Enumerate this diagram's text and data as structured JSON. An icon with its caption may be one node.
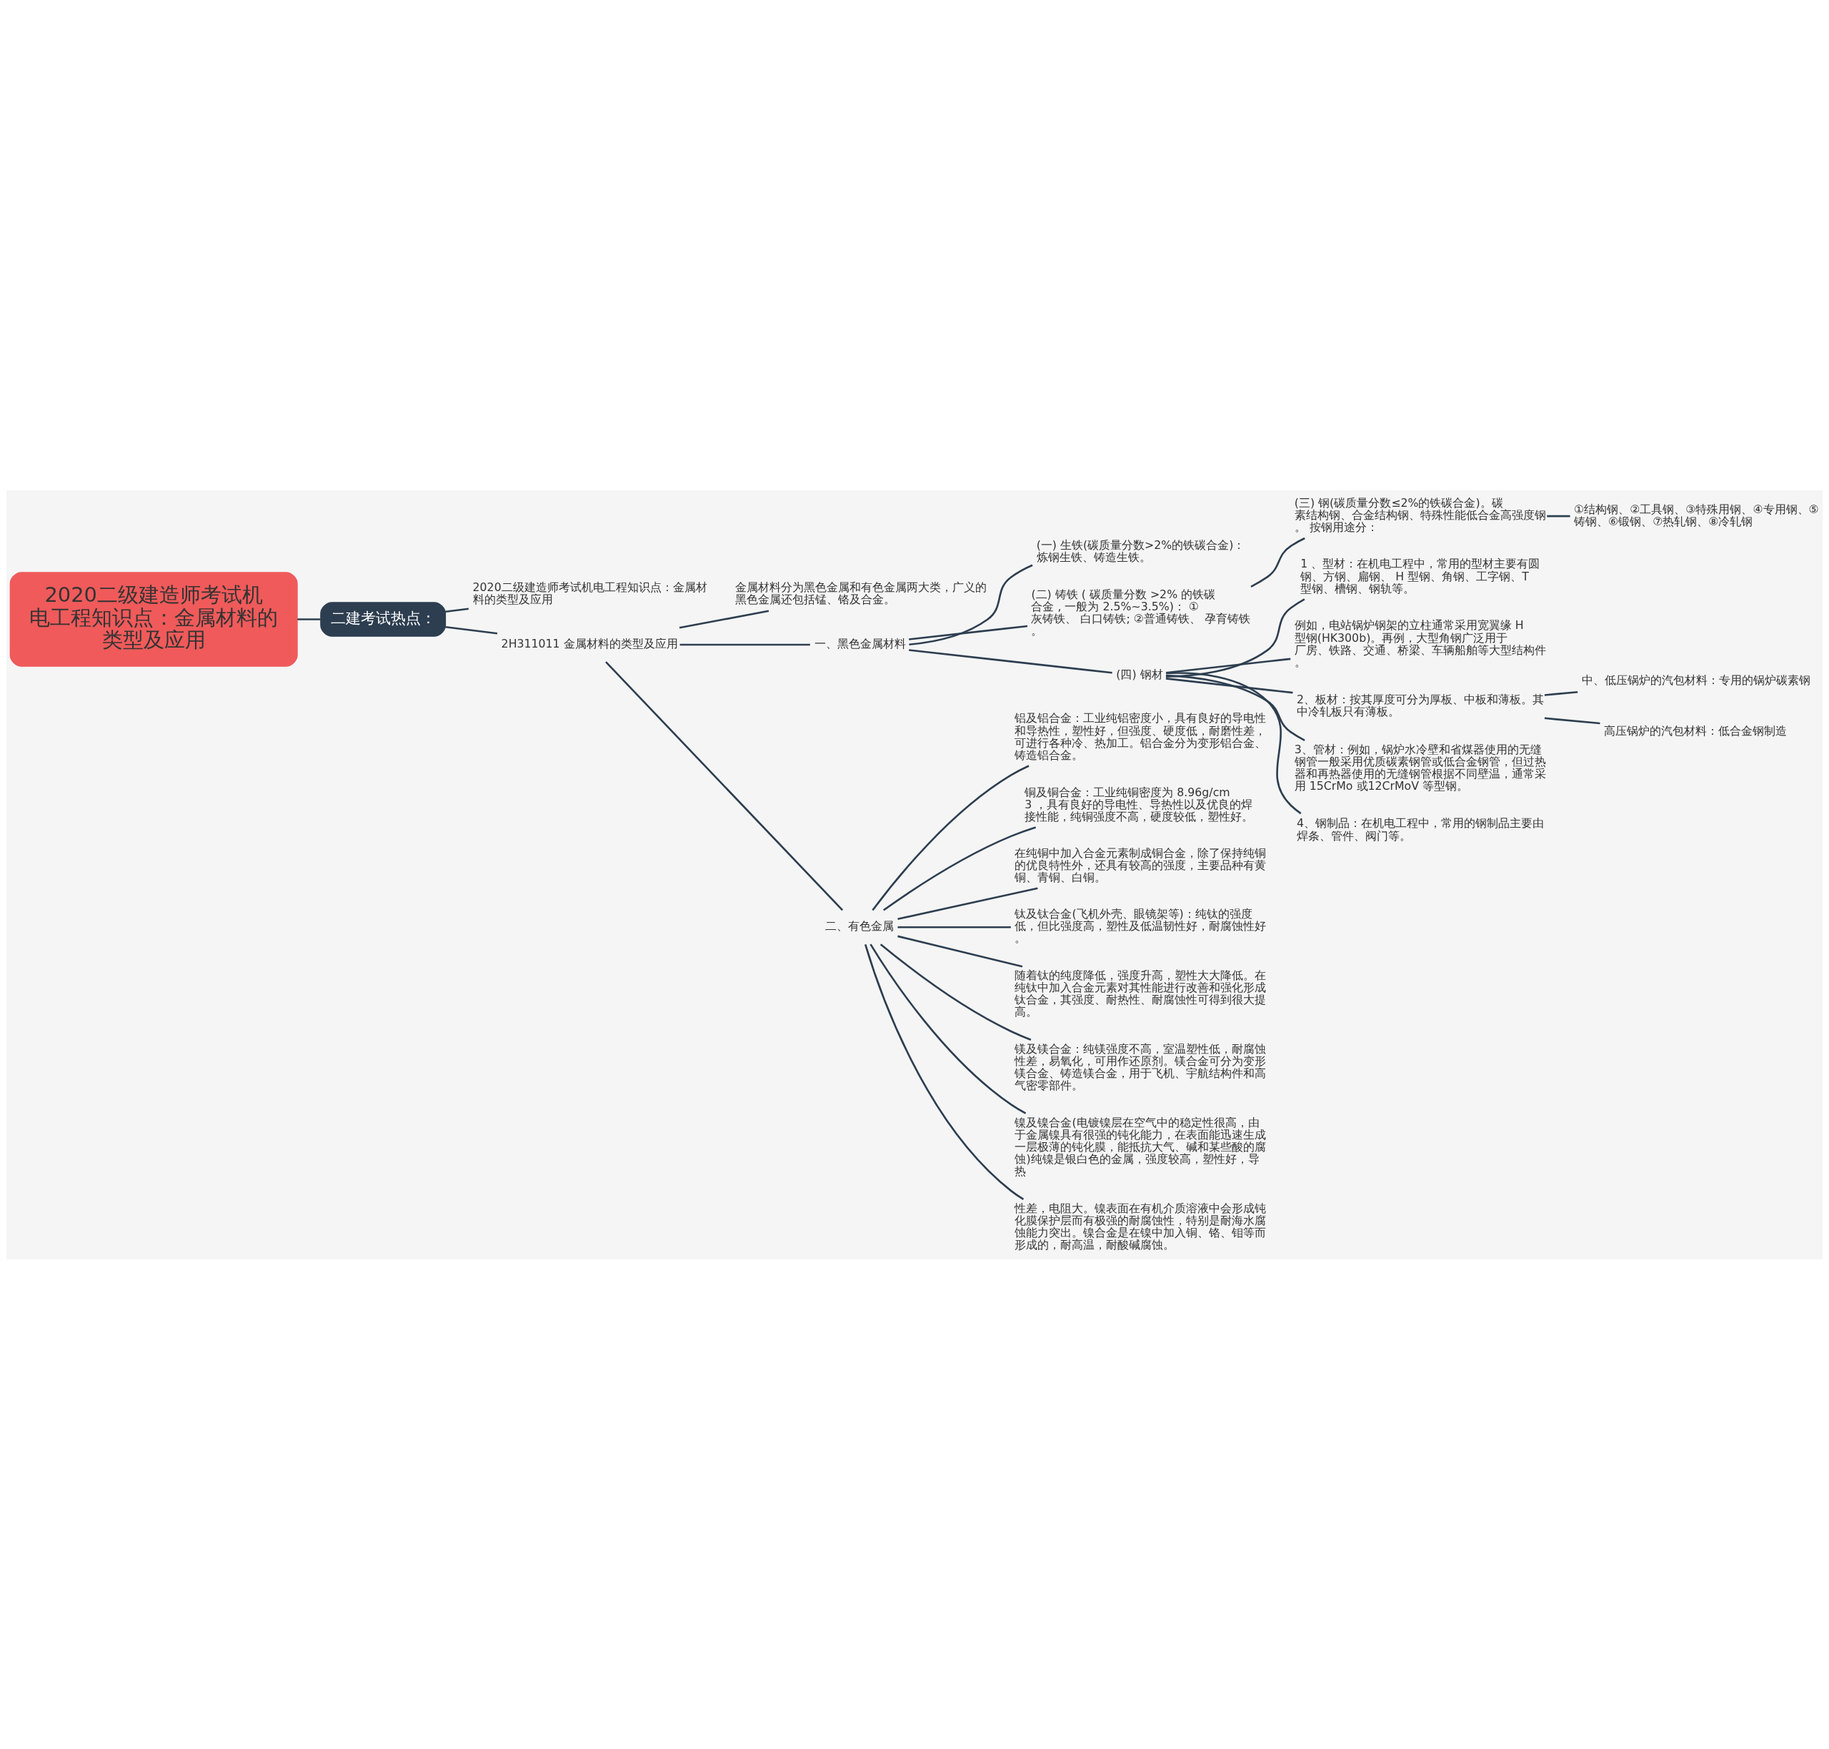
{
  "diagram": {
    "nodes": [
      {
        "text": [
          "2020二级建造师考试机电工程知识点：金属材料的类型及应用"
        ]
      },
      {
        "text": [
          "二建考试热点："
        ]
      },
      {
        "text": [
          "2020二级建造师考试机电工程知识点：金属材料的类型及应用"
        ]
      },
      {
        "text": [
          "2H311011 金属材料的类型及应用"
        ]
      },
      {
        "text": [
          "金属材料分为黑色金属和有色金属两大类，广义的黑色金属还包括锰、铬及合金。"
        ]
      },
      {
        "text": [
          "一、黑色金属材料"
        ]
      },
      {
        "text": [
          "(一) 生铁(碳质量分数>2%的铁碳合金)：炼钢生铁、铸造生铁。"
        ]
      },
      {
        "text": [
          "(二) 铸铁 ( 碳质量分数 >2% 的铁碳合金 , 一般为 2.5%~3.5%)： ①灰铸铁、 白口铸铁; ②普通铸铁、 孕育铸铁。"
        ]
      },
      {
        "text": [
          "(三) 钢(碳质量分数≤2%的铁碳合金)。碳素结构钢、合金结构钢、特殊性能低合金高强度钢。 按钢用途分："
        ]
      },
      {
        "text": [
          "①结构钢、②工具钢、③特殊用钢、④专用钢、⑤铸钢、⑥锻钢、⑦热轧钢、⑧冷轧钢"
        ]
      },
      {
        "text": [
          "(四) 钢材"
        ]
      },
      {
        "text": [
          "1 、型材：在机电工程中，常用的型材主要有圆钢、方钢、扁钢、 H 型钢、角钢、工字钢、T 型钢、槽钢、钢轨等。"
        ]
      },
      {
        "text": [
          "例如，电站锅炉钢架的立柱通常采用宽翼缘 H 型钢(HK300b)。再例，大型角钢广泛用于厂房、铁路、交通、桥梁、车辆船舶等大型结构件。"
        ]
      },
      {
        "text": [
          "2、板材：按其厚度可分为厚板、中板和薄板。其中冷轧板只有薄板。"
        ]
      },
      {
        "text": [
          "中、低压锅炉的汽包材料：专用的锅炉碳素钢"
        ]
      },
      {
        "text": [
          "高压锅炉的汽包材料：低合金钢制造"
        ]
      },
      {
        "text": [
          "3、管材：例如，锅炉水冷壁和省煤器使用的无缝钢管一般采用优质碳素钢管或低合金钢管，但过热器和再热器使用的无缝钢管根据不同壁温，通常采用 15CrMo 或12CrMoV 等型钢。"
        ]
      },
      {
        "text": [
          "4、钢制品：在机电工程中，常用的钢制品主要由焊条、管件、阀门等。"
        ]
      },
      {
        "text": [
          "二、有色金属"
        ]
      },
      {
        "text": [
          "铝及铝合金：工业纯铝密度小，具有良好的导电性和导热性，塑性好，但强度、硬度低，耐磨性差，可进行各种冷、热加工。铝合金分为变形铝合金、铸造铝合金。"
        ]
      },
      {
        "text": [
          "铜及铜合金：工业纯铜密度为 8.96g/cm 3 ，具有良好的导电性、导热性以及优良的焊接性能，纯铜强度不高，硬度较低，塑性好。"
        ]
      },
      {
        "text": [
          "在纯铜中加入合金元素制成铜合金，除了保持纯铜的优良特性外，还具有较高的强度，主要品种有黄铜、青铜、白铜。"
        ]
      },
      {
        "text": [
          "钛及钛合金(飞机外壳、眼镜架等)：纯钛的强度低，但比强度高，塑性及低温韧性好，耐腐蚀性好。"
        ]
      },
      {
        "text": [
          "随着钛的纯度降低，强度升高，塑性大大降低。在纯钛中加入合金元素对其性能进行改善和强化形成钛合金，其强度、耐热性、耐腐蚀性可得到很大提高。"
        ]
      },
      {
        "text": [
          "镁及镁合金：纯镁强度不高，室温塑性低，耐腐蚀性差，易氧化，可用作还原剂。镁合金可分为变形镁合金、铸造镁合金，用于飞机、宇航结构件和高气密零部件。"
        ]
      },
      {
        "text": [
          "镍及镍合金(电镀镍层在空气中的稳定性很高，由于金属镍具有很强的钝化能力，在表面能迅速生成一层极薄的钝化膜，能抵抗大气、碱和某些酸的腐蚀)纯镍是银白色的金属，强度较高，塑性好，导热"
        ]
      },
      {
        "text": [
          "性差，电阻大。镍表面在有机介质溶液中会形成钝化膜保护层而有极强的耐腐蚀性，特别是耐海水腐蚀能力突出。镍合金是在镍中加入铜、铬、钼等而形成的，耐高温，耐酸碱腐蚀。"
        ]
      }
    ],
    "edges": [
      {
        "from": 0,
        "to": 1,
        "arrow": "none"
      },
      {
        "from": 1,
        "to": 2,
        "arrow": "none"
      },
      {
        "from": 1,
        "to": 3,
        "arrow": "none"
      },
      {
        "from": 3,
        "to": 4,
        "arrow": "none"
      },
      {
        "from": 3,
        "to": 5,
        "arrow": "none"
      },
      {
        "from": 5,
        "to": 6,
        "arrow": "none"
      },
      {
        "from": 5,
        "to": 7,
        "arrow": "none"
      },
      {
        "from": 7,
        "to": 8,
        "arrow": "none"
      },
      {
        "from": 8,
        "to": 9,
        "arrow": "none"
      },
      {
        "from": 5,
        "to": 10,
        "arrow": "none"
      },
      {
        "from": 10,
        "to": 11,
        "arrow": "none"
      },
      {
        "from": 10,
        "to": 12,
        "arrow": "none"
      },
      {
        "from": 10,
        "to": 13,
        "arrow": "none"
      },
      {
        "from": 13,
        "to": 14,
        "arrow": "none"
      },
      {
        "from": 13,
        "to": 15,
        "arrow": "none"
      },
      {
        "from": 10,
        "to": 16,
        "arrow": "none"
      },
      {
        "from": 10,
        "to": 17,
        "arrow": "none"
      },
      {
        "from": 3,
        "to": 18,
        "arrow": "none"
      },
      {
        "from": 18,
        "to": 19,
        "arrow": "none"
      },
      {
        "from": 18,
        "to": 20,
        "arrow": "none"
      },
      {
        "from": 18,
        "to": 21,
        "arrow": "none"
      },
      {
        "from": 18,
        "to": 22,
        "arrow": "none"
      },
      {
        "from": 18,
        "to": 23,
        "arrow": "none"
      },
      {
        "from": 18,
        "to": 24,
        "arrow": "none"
      },
      {
        "from": 18,
        "to": 25,
        "arrow": "none"
      },
      {
        "from": 18,
        "to": 26,
        "arrow": "none"
      }
    ]
  }
}
